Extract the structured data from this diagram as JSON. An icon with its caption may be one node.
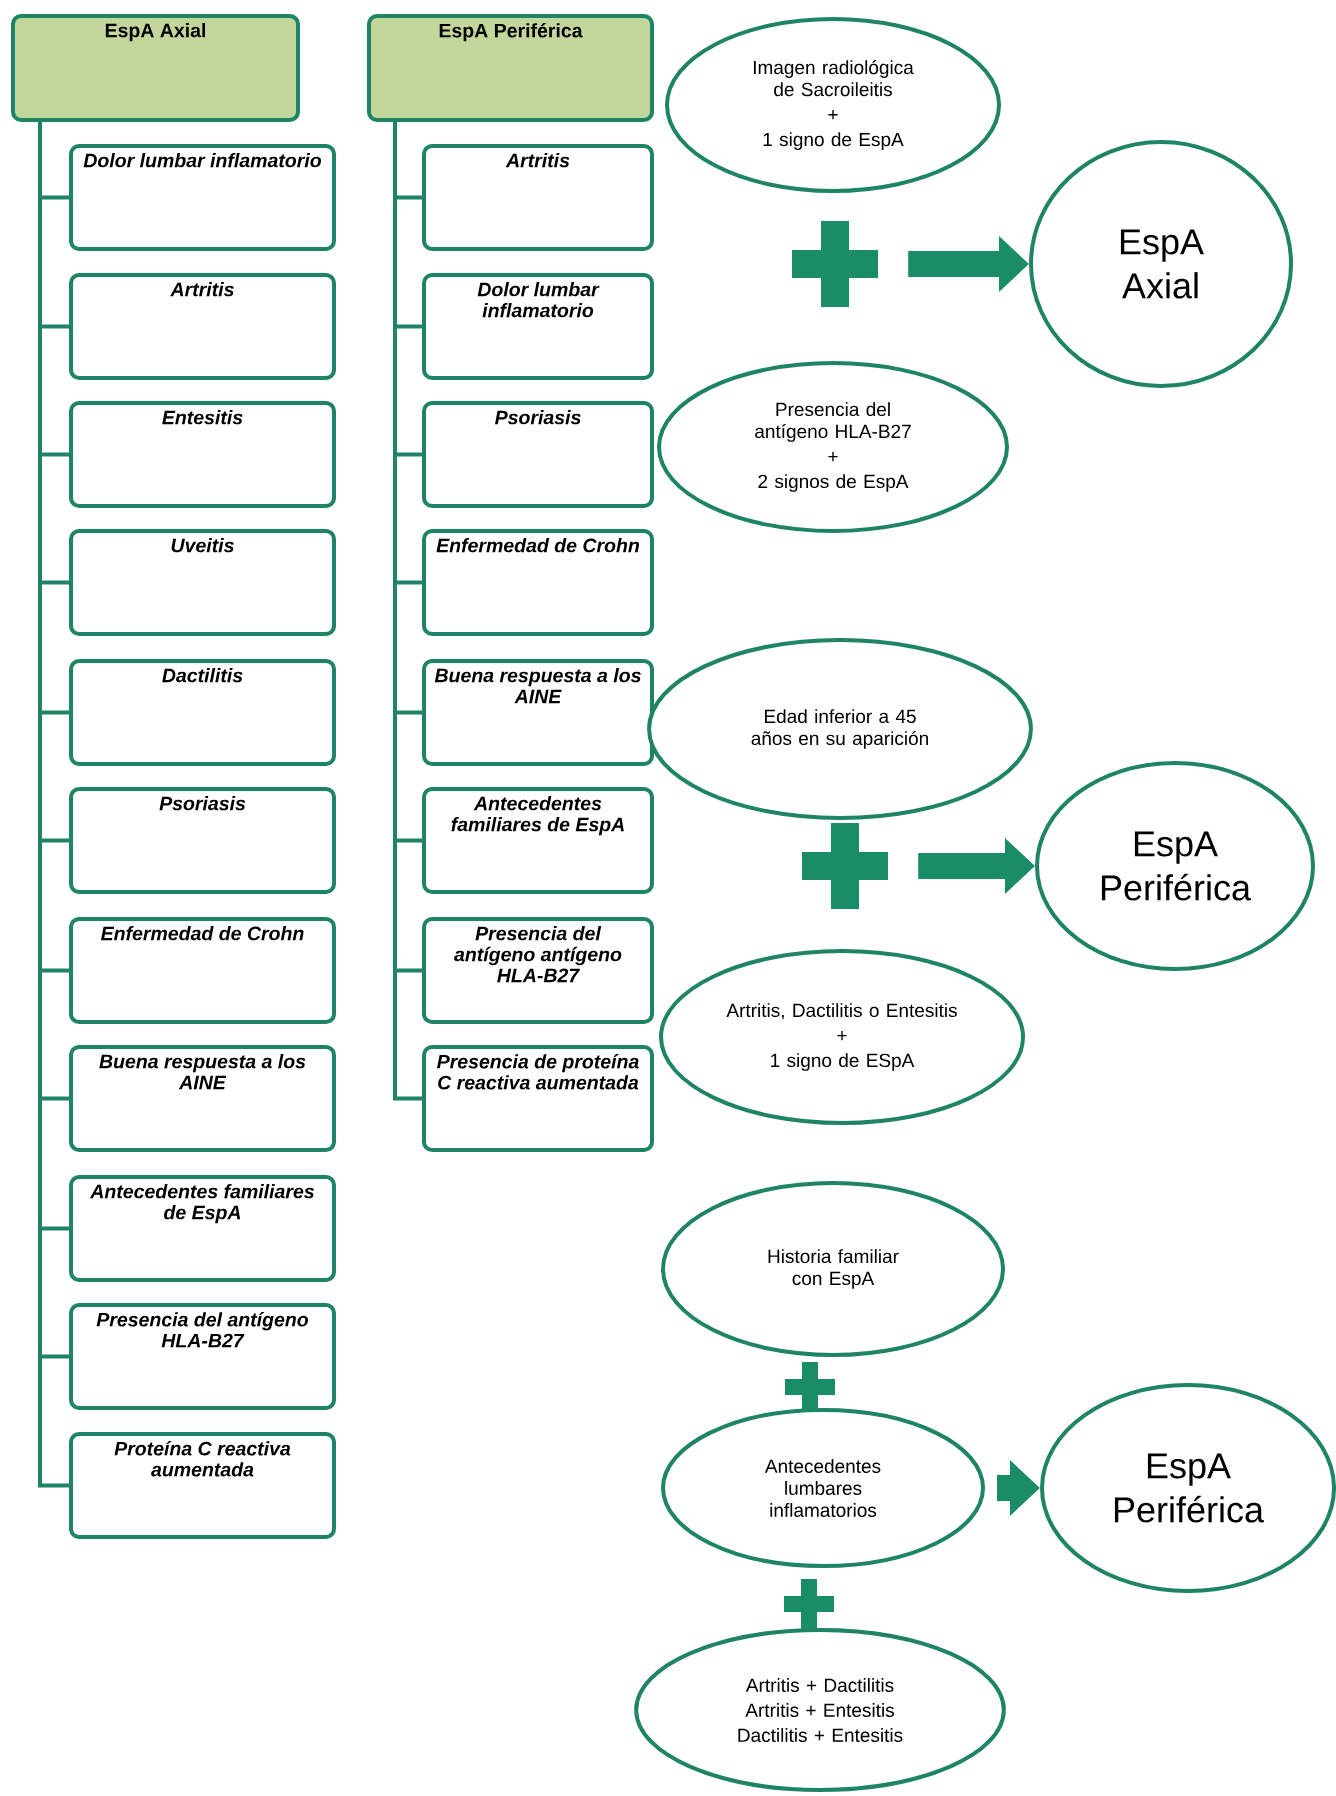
{
  "diagram": {
    "nodes": [
      {
        "text": [
          "EspA Axial"
        ]
      },
      {
        "text": [
          "Dolor lumbar inflamatorio"
        ]
      },
      {
        "text": [
          "Artritis"
        ]
      },
      {
        "text": [
          "Entesitis"
        ]
      },
      {
        "text": [
          "Uveitis"
        ]
      },
      {
        "text": [
          "Dactilitis"
        ]
      },
      {
        "text": [
          "Psoriasis"
        ]
      },
      {
        "text": [
          "Enfermedad de Crohn"
        ]
      },
      {
        "text": [
          "Buena respuesta a los AINE"
        ]
      },
      {
        "text": [
          "Antecedentes familiares de EspA"
        ]
      },
      {
        "text": [
          "Presencia del antígeno HLA-B27"
        ]
      },
      {
        "text": [
          "Proteína C reactiva aumentada"
        ]
      },
      {
        "text": [
          "EspA Periférica"
        ]
      },
      {
        "text": [
          "Artritis"
        ]
      },
      {
        "text": [
          "Dolor lumbar inflamatorio"
        ]
      },
      {
        "text": [
          "Psoriasis"
        ]
      },
      {
        "text": [
          "Enfermedad de Crohn"
        ]
      },
      {
        "text": [
          "Buena respuesta a los AINE"
        ]
      },
      {
        "text": [
          "Antecedentes familiares de EspA"
        ]
      },
      {
        "text": [
          "Presencia del antígeno antígeno HLA-B27"
        ]
      },
      {
        "text": [
          "Presencia de proteína C reactiva aumentada"
        ]
      },
      {
        "text": [
          "Imagen radiológica de Sacroileitis",
          "+",
          "1 signo de EspA"
        ]
      },
      {
        "text": [
          "Presencia del antígeno HLA-B27",
          "+",
          "2 signos de EspA"
        ]
      },
      {
        "text": [
          "EspA Axial"
        ]
      },
      {
        "text": [
          "Edad inferior a 45 años en su aparición"
        ]
      },
      {
        "text": [
          "Artritis, Dactilitis o Entesitis",
          "+",
          "1 signo de ESpA"
        ]
      },
      {
        "text": [
          "EspA Periférica"
        ]
      },
      {
        "text": [
          "Historia familiar con EspA"
        ]
      },
      {
        "text": [
          "Antecedentes lumbares inflamatorios"
        ]
      },
      {
        "text": [
          "Artritis + Dactilitis",
          "Artritis + Entesitis",
          "Dactilitis + Entesitis"
        ]
      },
      {
        "text": [
          "EspA Periférica"
        ]
      },
      {
        "text": [],
        "shape": "plus"
      },
      {
        "text": [],
        "shape": "plus"
      },
      {
        "text": [],
        "shape": "plus"
      },
      {
        "text": [],
        "shape": "plus"
      }
    ],
    "edges": [
      {
        "from": 0,
        "to": 1,
        "arrow": "none"
      },
      {
        "from": 0,
        "to": 2,
        "arrow": "none"
      },
      {
        "from": 0,
        "to": 3,
        "arrow": "none"
      },
      {
        "from": 0,
        "to": 4,
        "arrow": "none"
      },
      {
        "from": 0,
        "to": 5,
        "arrow": "none"
      },
      {
        "from": 0,
        "to": 6,
        "arrow": "none"
      },
      {
        "from": 0,
        "to": 7,
        "arrow": "none"
      },
      {
        "from": 0,
        "to": 8,
        "arrow": "none"
      },
      {
        "from": 0,
        "to": 9,
        "arrow": "none"
      },
      {
        "from": 0,
        "to": 10,
        "arrow": "none"
      },
      {
        "from": 0,
        "to": 11,
        "arrow": "none"
      },
      {
        "from": 12,
        "to": 13,
        "arrow": "none"
      },
      {
        "from": 12,
        "to": 14,
        "arrow": "none"
      },
      {
        "from": 12,
        "to": 15,
        "arrow": "none"
      },
      {
        "from": 12,
        "to": 16,
        "arrow": "none"
      },
      {
        "from": 12,
        "to": 17,
        "arrow": "none"
      },
      {
        "from": 12,
        "to": 18,
        "arrow": "none"
      },
      {
        "from": 12,
        "to": 19,
        "arrow": "none"
      },
      {
        "from": 12,
        "to": 20,
        "arrow": "none"
      },
      {
        "from": 31,
        "to": 23,
        "arrow": "to",
        "style": "thick"
      },
      {
        "from": 32,
        "to": 26,
        "arrow": "to",
        "style": "thick"
      },
      {
        "from": 28,
        "to": 30,
        "arrow": "to",
        "style": "thick"
      }
    ]
  }
}
